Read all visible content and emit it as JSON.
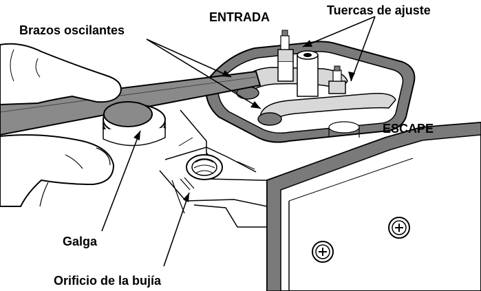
{
  "labels": {
    "rocker_arms": "Brazos oscilantes",
    "intake": "ENTRADA",
    "adjusting_nuts": "Tuercas de ajuste",
    "exhaust": "ESCAPE",
    "feeler_gauge": "Galga",
    "spark_plug_hole": "Orificio de la bujía"
  },
  "colors": {
    "ink": "#000000",
    "gray_fill": "#7a7a7a",
    "gauge_fill": "#8a8a8a",
    "light_fill": "#d8d8d8"
  }
}
